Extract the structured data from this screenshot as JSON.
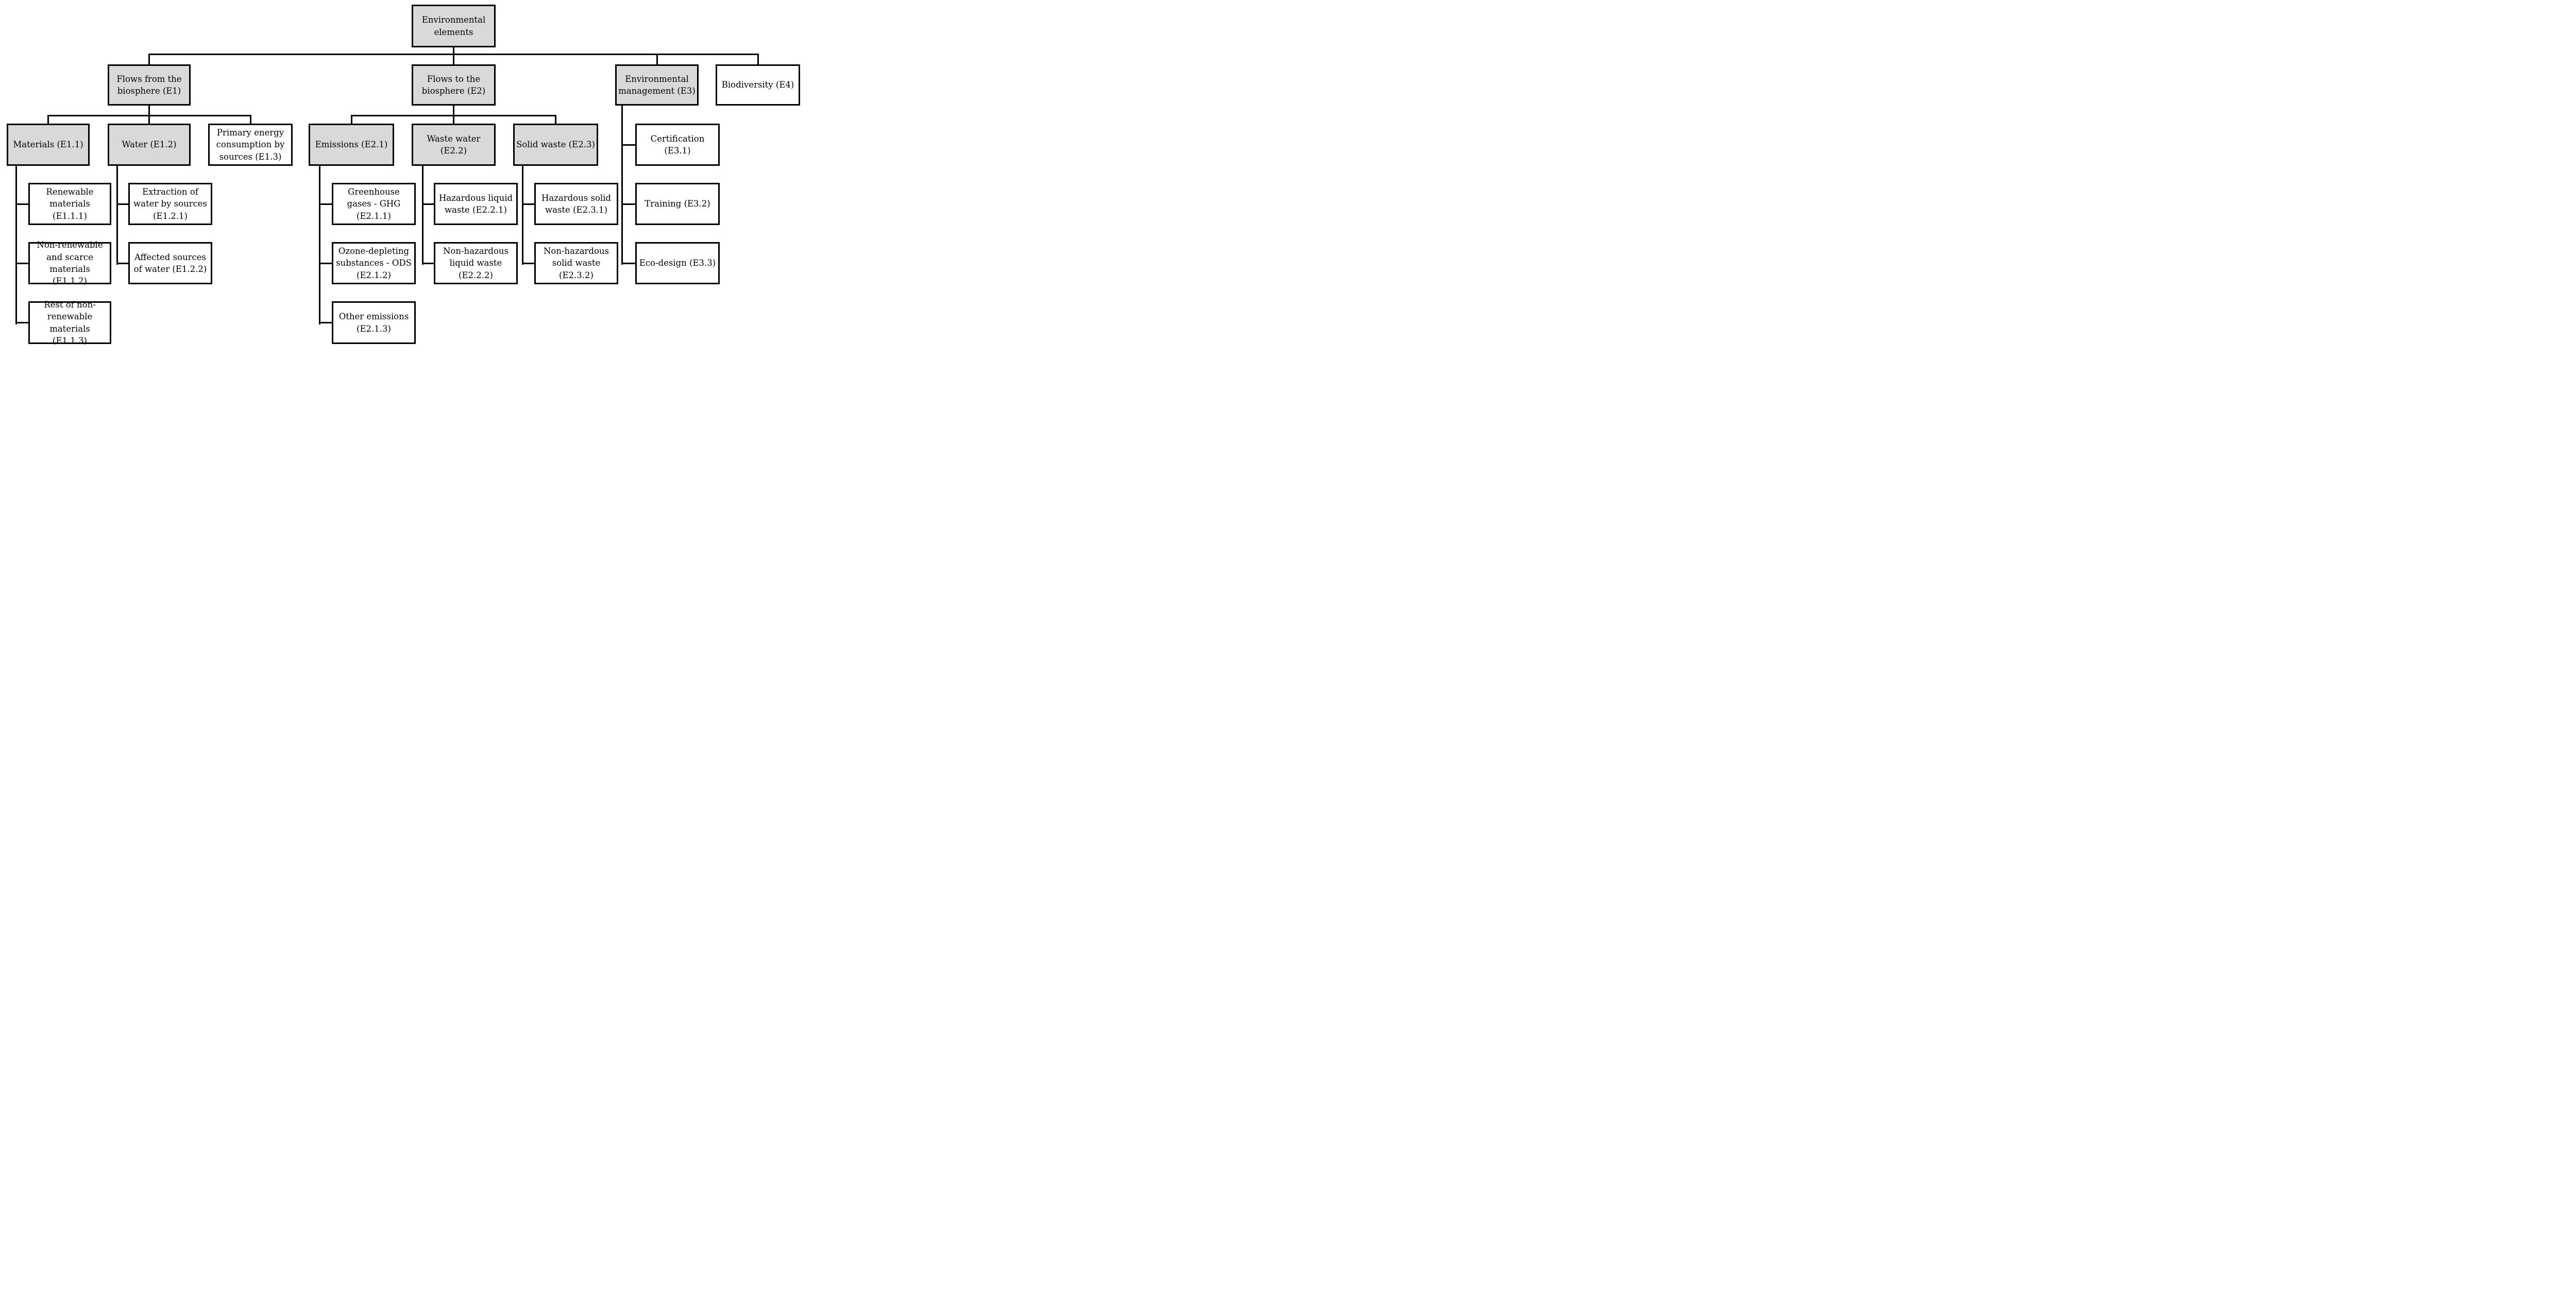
{
  "colors": {
    "category_fill": "#d9d9d9",
    "plain_fill": "#ffffff",
    "border": "#000000",
    "connector": "#000000",
    "text": "#000000"
  },
  "chart_title": "Environmental elements",
  "nodes": [
    {
      "id": "root",
      "label": "Environmental\nelements",
      "parent": null,
      "filled": true
    },
    {
      "id": "E1",
      "label": "Flows from the\nbiosphere (E1)",
      "parent": "root",
      "filled": true
    },
    {
      "id": "E2",
      "label": "Flows to the\nbiosphere (E2)",
      "parent": "root",
      "filled": true
    },
    {
      "id": "E3",
      "label": "Environmental\nmanagement (E3)",
      "parent": "root",
      "filled": true
    },
    {
      "id": "E4",
      "label": "Biodiversity (E4)",
      "parent": "root",
      "filled": false
    },
    {
      "id": "E1.1",
      "label": "Materials (E1.1)",
      "parent": "E1",
      "filled": true
    },
    {
      "id": "E1.2",
      "label": "Water (E1.2)",
      "parent": "E1",
      "filled": true
    },
    {
      "id": "E1.3",
      "label": "Primary energy\nconsumption by\nsources (E1.3)",
      "parent": "E1",
      "filled": false
    },
    {
      "id": "E2.1",
      "label": "Emissions (E2.1)",
      "parent": "E2",
      "filled": true
    },
    {
      "id": "E2.2",
      "label": "Waste water\n(E2.2)",
      "parent": "E2",
      "filled": true
    },
    {
      "id": "E2.3",
      "label": "Solid waste (E2.3)",
      "parent": "E2",
      "filled": true
    },
    {
      "id": "E3.1",
      "label": "Certification\n(E3.1)",
      "parent": "E3",
      "filled": false
    },
    {
      "id": "E3.2",
      "label": "Training (E3.2)",
      "parent": "E3",
      "filled": false
    },
    {
      "id": "E3.3",
      "label": "Eco-design (E3.3)",
      "parent": "E3",
      "filled": false
    },
    {
      "id": "E1.1.1",
      "label": "Renewable\nmaterials (E1.1.1)",
      "parent": "E1.1",
      "filled": false
    },
    {
      "id": "E1.1.2",
      "label": "Non-renewable\nand scarce\nmaterials (E1.1.2)",
      "parent": "E1.1",
      "filled": false
    },
    {
      "id": "E1.1.3",
      "label": "Rest of non-\nrenewable\nmaterials (E1.1.3)",
      "parent": "E1.1",
      "filled": false
    },
    {
      "id": "E1.2.1",
      "label": "Extraction of\nwater by sources\n(E1.2.1)",
      "parent": "E1.2",
      "filled": false
    },
    {
      "id": "E1.2.2",
      "label": "Affected sources\nof water (E1.2.2)",
      "parent": "E1.2",
      "filled": false
    },
    {
      "id": "E2.1.1",
      "label": "Greenhouse\ngases - GHG\n(E2.1.1)",
      "parent": "E2.1",
      "filled": false
    },
    {
      "id": "E2.1.2",
      "label": "Ozone-depleting\nsubstances - ODS\n(E2.1.2)",
      "parent": "E2.1",
      "filled": false
    },
    {
      "id": "E2.1.3",
      "label": "Other emissions\n(E2.1.3)",
      "parent": "E2.1",
      "filled": false
    },
    {
      "id": "E2.2.1",
      "label": "Hazardous liquid\nwaste (E2.2.1)",
      "parent": "E2.2",
      "filled": false
    },
    {
      "id": "E2.2.2",
      "label": "Non-hazardous\nliquid waste\n(E2.2.2)",
      "parent": "E2.2",
      "filled": false
    },
    {
      "id": "E2.3.1",
      "label": "Hazardous solid\nwaste (E2.3.1)",
      "parent": "E2.3",
      "filled": false
    },
    {
      "id": "E2.3.2",
      "label": "Non-hazardous\nsolid waste\n(E2.3.2)",
      "parent": "E2.3",
      "filled": false
    }
  ]
}
